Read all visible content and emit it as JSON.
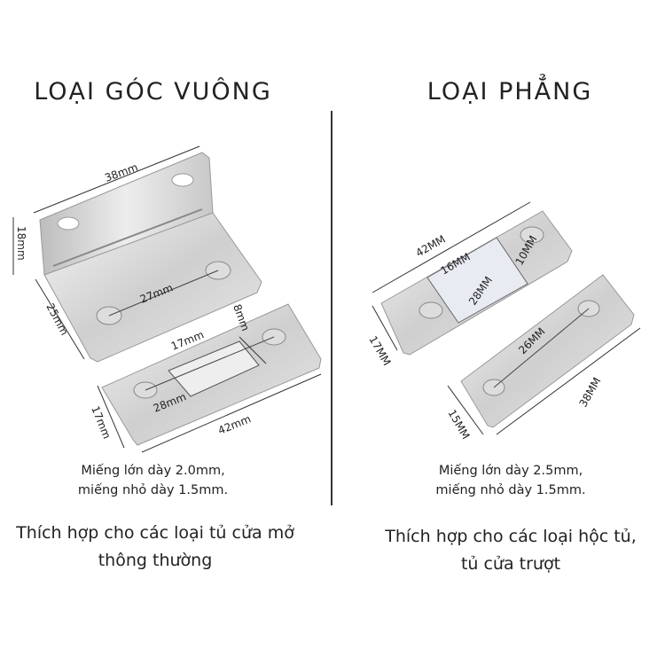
{
  "left": {
    "title": "LOẠI GÓC VUÔNG",
    "dimensions": {
      "width_top": "38mm",
      "height": "18mm",
      "depth": "25mm",
      "hole_spacing": "27mm",
      "magnet_width": "8mm",
      "magnet_length": "17mm",
      "plate_hole_spacing": "28mm",
      "plate_width": "17mm",
      "plate_length": "42mm"
    },
    "spec_line1": "Miếng lớn dày 2.0mm,",
    "spec_line2": "miếng nhỏ dày 1.5mm.",
    "suit_line1": "Thích hợp cho các loại tủ cửa mở",
    "suit_line2": "thông thường"
  },
  "right": {
    "title": "LOẠI PHẲNG",
    "dimensions": {
      "plate_length": "42MM",
      "magnet_length": "16MM",
      "magnet_width": "10MM",
      "hole_spacing": "28MM",
      "plate_width": "17MM",
      "small_hole_spacing": "26MM",
      "small_length": "38MM",
      "small_width": "15MM"
    },
    "spec_line1": "Miếng lớn dày 2.5mm,",
    "spec_line2": "miếng nhỏ dày 1.5mm.",
    "suit_line1": "Thích hợp cho các loại hộc tủ,",
    "suit_line2": "tủ cửa trượt"
  }
}
